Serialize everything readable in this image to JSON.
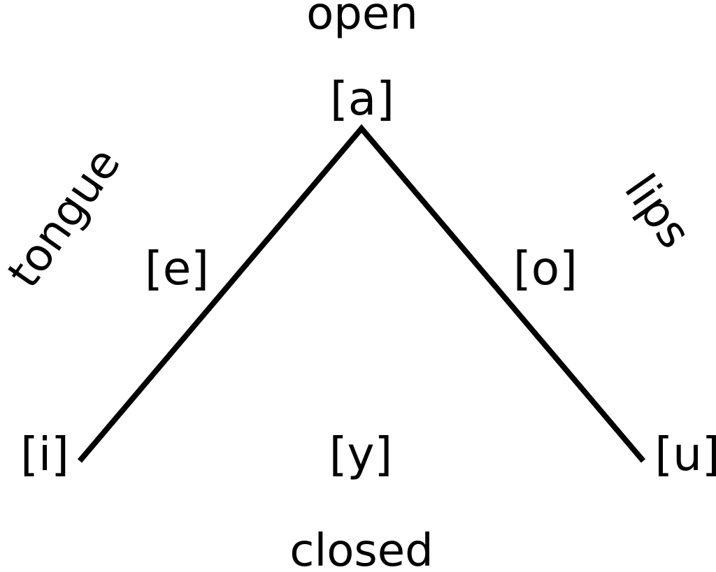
{
  "axis_labels": {
    "top": "open",
    "bottom": "closed",
    "left": "tongue",
    "right": "lips"
  },
  "vowels": {
    "a": "[a]",
    "e": "[e]",
    "o": "[o]",
    "i": "[i]",
    "y": "[y]",
    "u": "[u]"
  },
  "colors": {
    "line": "#000000",
    "text": "#000000",
    "background": "#ffffff"
  }
}
